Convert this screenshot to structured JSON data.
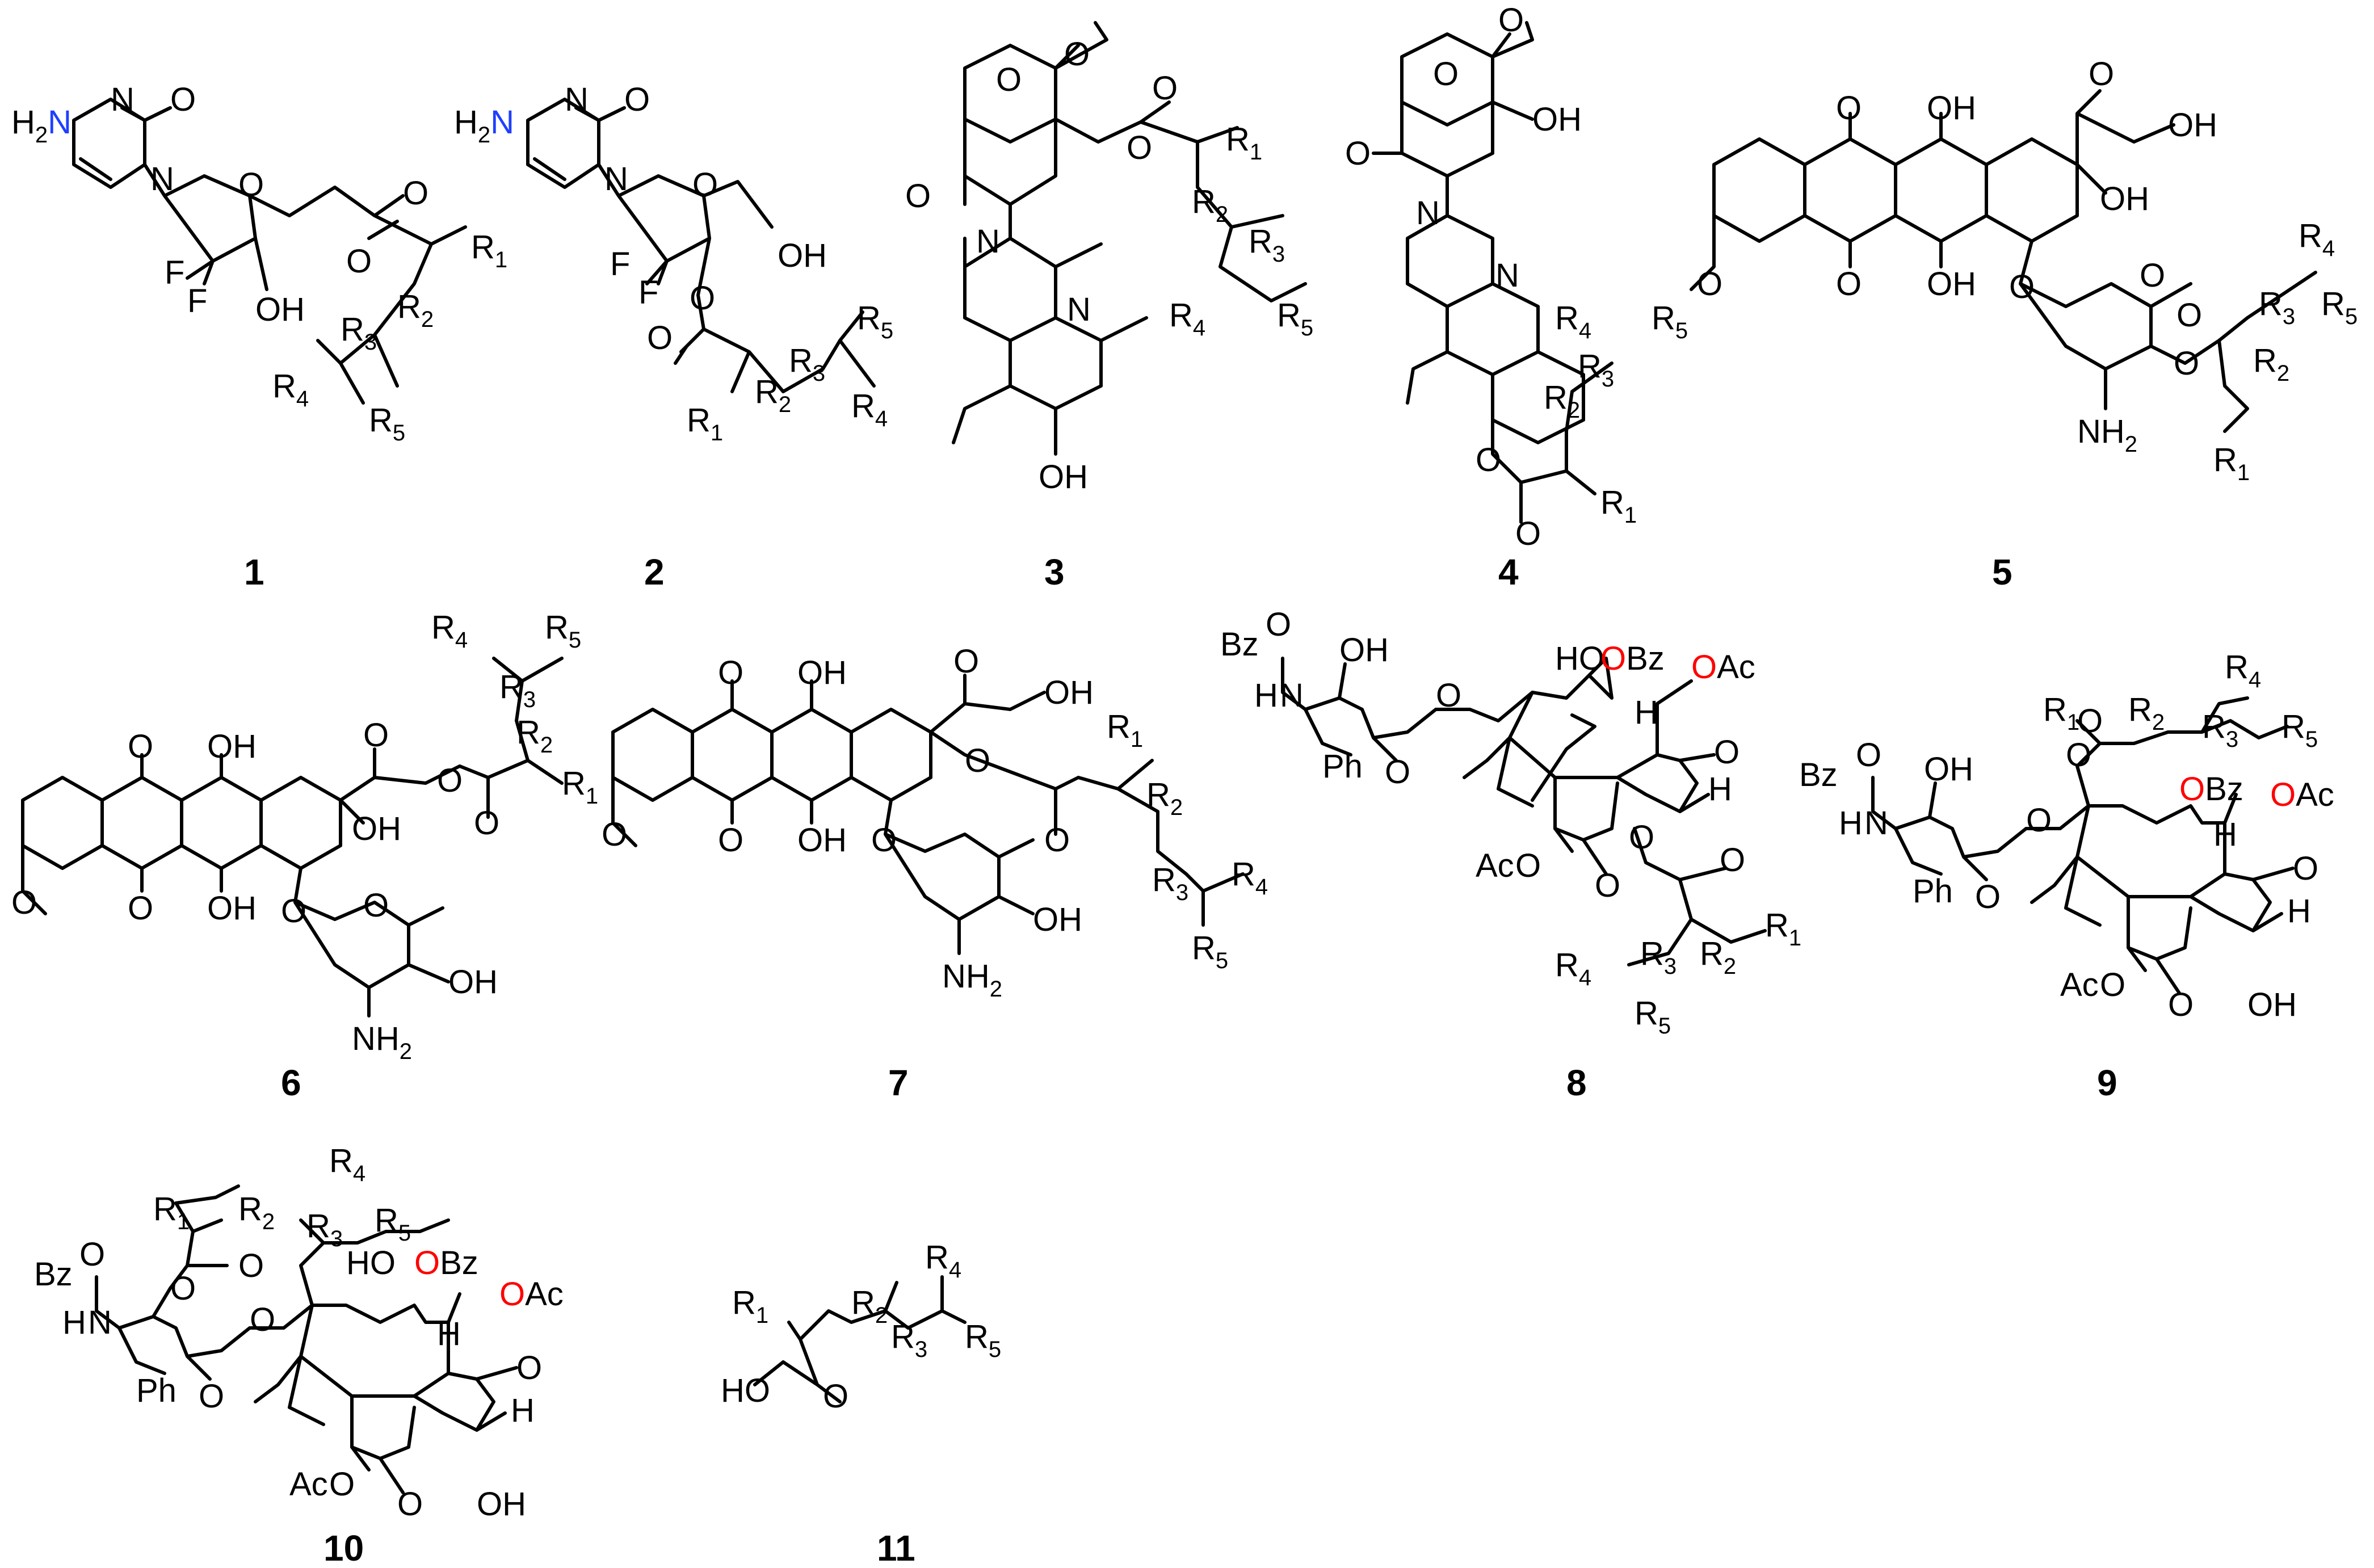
{
  "colors": {
    "bond": "#000000",
    "oxygen": "#ff0000",
    "nitrogen": "#1f3fff",
    "fluorine": "#2ca02c",
    "background": "#ffffff"
  },
  "compounds": [
    {
      "id": "1",
      "labels": [
        {
          "text": "H",
          "sub": "2",
          "rest": "N",
          "color": "nitrogen"
        },
        {
          "text": "N",
          "color": "nitrogen"
        },
        {
          "text": "O",
          "color": "oxygen"
        },
        {
          "text": "N",
          "color": "nitrogen"
        },
        {
          "text": "O",
          "color": "oxygen"
        },
        {
          "text": "F",
          "color": "fluorine"
        },
        {
          "text": "F",
          "color": "fluorine"
        },
        {
          "text": "OH",
          "color": "oxygen"
        },
        {
          "text": "O",
          "color": "oxygen"
        },
        {
          "text": "O",
          "color": "oxygen"
        },
        {
          "text": "R",
          "sub": "1"
        },
        {
          "text": "R",
          "sub": "2"
        },
        {
          "text": "R",
          "sub": "3"
        },
        {
          "text": "R",
          "sub": "4"
        },
        {
          "text": "R",
          "sub": "5"
        }
      ]
    },
    {
      "id": "2",
      "labels": [
        {
          "text": "H",
          "sub": "2",
          "rest": "N",
          "color": "nitrogen"
        },
        {
          "text": "N",
          "color": "nitrogen"
        },
        {
          "text": "O",
          "color": "oxygen"
        },
        {
          "text": "N",
          "color": "nitrogen"
        },
        {
          "text": "O",
          "color": "oxygen"
        },
        {
          "text": "F",
          "color": "fluorine"
        },
        {
          "text": "F",
          "color": "fluorine"
        },
        {
          "text": "OH",
          "color": "oxygen"
        },
        {
          "text": "O",
          "color": "oxygen"
        },
        {
          "text": "O",
          "color": "oxygen"
        },
        {
          "text": "R",
          "sub": "1"
        },
        {
          "text": "R",
          "sub": "2"
        },
        {
          "text": "R",
          "sub": "3"
        },
        {
          "text": "R",
          "sub": "4"
        },
        {
          "text": "R",
          "sub": "5"
        }
      ]
    },
    {
      "id": "3",
      "labels": [
        {
          "text": "O",
          "color": "oxygen"
        },
        {
          "text": "O",
          "color": "oxygen"
        },
        {
          "text": "O",
          "color": "oxygen"
        },
        {
          "text": "O",
          "color": "oxygen"
        },
        {
          "text": "O",
          "color": "oxygen"
        },
        {
          "text": "N",
          "color": "nitrogen"
        },
        {
          "text": "N",
          "color": "nitrogen"
        },
        {
          "text": "OH",
          "color": "oxygen"
        },
        {
          "text": "R",
          "sub": "1"
        },
        {
          "text": "R",
          "sub": "2"
        },
        {
          "text": "R",
          "sub": "3"
        },
        {
          "text": "R",
          "sub": "4"
        },
        {
          "text": "R",
          "sub": "5"
        }
      ]
    },
    {
      "id": "4",
      "labels": [
        {
          "text": "O",
          "color": "oxygen"
        },
        {
          "text": "O",
          "color": "oxygen"
        },
        {
          "text": "OH",
          "color": "oxygen"
        },
        {
          "text": "O",
          "color": "oxygen"
        },
        {
          "text": "N",
          "color": "nitrogen"
        },
        {
          "text": "N",
          "color": "nitrogen"
        },
        {
          "text": "O",
          "color": "oxygen"
        },
        {
          "text": "O",
          "color": "oxygen"
        },
        {
          "text": "R",
          "sub": "1"
        },
        {
          "text": "R",
          "sub": "2"
        },
        {
          "text": "R",
          "sub": "3"
        },
        {
          "text": "R",
          "sub": "4"
        },
        {
          "text": "R",
          "sub": "5"
        }
      ]
    },
    {
      "id": "5",
      "labels": [
        {
          "text": "O",
          "color": "oxygen"
        },
        {
          "text": "OH",
          "color": "oxygen"
        },
        {
          "text": "O",
          "color": "oxygen"
        },
        {
          "text": "OH",
          "color": "oxygen"
        },
        {
          "text": "OH",
          "color": "oxygen"
        },
        {
          "text": "O",
          "color": "oxygen"
        },
        {
          "text": "O",
          "color": "oxygen"
        },
        {
          "text": "OH",
          "color": "oxygen"
        },
        {
          "text": "O",
          "color": "oxygen"
        },
        {
          "text": "O",
          "color": "oxygen"
        },
        {
          "text": "O",
          "color": "oxygen"
        },
        {
          "text": "O",
          "color": "oxygen"
        },
        {
          "text": "NH",
          "sub": "2",
          "color": "nitrogen"
        },
        {
          "text": "R",
          "sub": "1"
        },
        {
          "text": "R",
          "sub": "2"
        },
        {
          "text": "R",
          "sub": "3"
        },
        {
          "text": "R",
          "sub": "4"
        },
        {
          "text": "R",
          "sub": "5"
        }
      ]
    },
    {
      "id": "6",
      "labels": [
        {
          "text": "O",
          "color": "oxygen"
        },
        {
          "text": "OH",
          "color": "oxygen"
        },
        {
          "text": "O",
          "color": "oxygen"
        },
        {
          "text": "O",
          "color": "oxygen"
        },
        {
          "text": "O",
          "color": "oxygen"
        },
        {
          "text": "OH",
          "color": "oxygen"
        },
        {
          "text": "O",
          "color": "oxygen"
        },
        {
          "text": "OH",
          "color": "oxygen"
        },
        {
          "text": "O",
          "color": "oxygen"
        },
        {
          "text": "O",
          "color": "oxygen"
        },
        {
          "text": "O",
          "color": "oxygen"
        },
        {
          "text": "OH",
          "color": "oxygen"
        },
        {
          "text": "NH",
          "sub": "2",
          "color": "nitrogen"
        },
        {
          "text": "R",
          "sub": "1"
        },
        {
          "text": "R",
          "sub": "2"
        },
        {
          "text": "R",
          "sub": "3"
        },
        {
          "text": "R",
          "sub": "4"
        },
        {
          "text": "R",
          "sub": "5"
        }
      ]
    },
    {
      "id": "7",
      "labels": [
        {
          "text": "O",
          "color": "oxygen"
        },
        {
          "text": "OH",
          "color": "oxygen"
        },
        {
          "text": "O",
          "color": "oxygen"
        },
        {
          "text": "OH",
          "color": "oxygen"
        },
        {
          "text": "O",
          "color": "oxygen"
        },
        {
          "text": "O",
          "color": "oxygen"
        },
        {
          "text": "OH",
          "color": "oxygen"
        },
        {
          "text": "O",
          "color": "oxygen"
        },
        {
          "text": "O",
          "color": "oxygen"
        },
        {
          "text": "O",
          "color": "oxygen"
        },
        {
          "text": "OH",
          "color": "oxygen"
        },
        {
          "text": "NH",
          "sub": "2",
          "color": "nitrogen"
        },
        {
          "text": "R",
          "sub": "1"
        },
        {
          "text": "R",
          "sub": "2"
        },
        {
          "text": "R",
          "sub": "3"
        },
        {
          "text": "R",
          "sub": "4"
        },
        {
          "text": "R",
          "sub": "5"
        }
      ]
    },
    {
      "id": "8",
      "labels": [
        {
          "text": "Bz"
        },
        {
          "text": "O",
          "color": "oxygen"
        },
        {
          "text": "H"
        },
        {
          "text": "N",
          "color": "nitrogen"
        },
        {
          "text": "OH",
          "color": "oxygen"
        },
        {
          "text": "Ph"
        },
        {
          "text": "O",
          "color": "oxygen"
        },
        {
          "text": "O",
          "color": "oxygen"
        },
        {
          "text": "HO",
          "color": "oxygen"
        },
        {
          "text": "O",
          "rest": "Bz",
          "color": "oxygen"
        },
        {
          "text": "O",
          "rest": "Ac",
          "color": "oxygen"
        },
        {
          "text": "H"
        },
        {
          "text": "O",
          "color": "oxygen"
        },
        {
          "text": "H"
        },
        {
          "text": "Ac"
        },
        {
          "text": "O",
          "color": "oxygen"
        },
        {
          "text": "O",
          "color": "oxygen"
        },
        {
          "text": "O",
          "color": "oxygen"
        },
        {
          "text": "O",
          "color": "oxygen"
        },
        {
          "text": "R",
          "sub": "1"
        },
        {
          "text": "R",
          "sub": "2"
        },
        {
          "text": "R",
          "sub": "3"
        },
        {
          "text": "R",
          "sub": "4"
        },
        {
          "text": "R",
          "sub": "5"
        }
      ]
    },
    {
      "id": "9",
      "labels": [
        {
          "text": "Bz"
        },
        {
          "text": "O",
          "color": "oxygen"
        },
        {
          "text": "H"
        },
        {
          "text": "N",
          "color": "nitrogen"
        },
        {
          "text": "OH",
          "color": "oxygen"
        },
        {
          "text": "Ph"
        },
        {
          "text": "O",
          "color": "oxygen"
        },
        {
          "text": "O",
          "color": "oxygen"
        },
        {
          "text": "O",
          "color": "oxygen"
        },
        {
          "text": "O",
          "color": "oxygen"
        },
        {
          "text": "O",
          "rest": "Bz",
          "color": "oxygen"
        },
        {
          "text": "O",
          "rest": "Ac",
          "color": "oxygen"
        },
        {
          "text": "H"
        },
        {
          "text": "O",
          "color": "oxygen"
        },
        {
          "text": "H"
        },
        {
          "text": "Ac"
        },
        {
          "text": "O",
          "color": "oxygen"
        },
        {
          "text": "O",
          "color": "oxygen"
        },
        {
          "text": "OH",
          "color": "oxygen"
        },
        {
          "text": "R",
          "sub": "1"
        },
        {
          "text": "R",
          "sub": "2"
        },
        {
          "text": "R",
          "sub": "3"
        },
        {
          "text": "R",
          "sub": "4"
        },
        {
          "text": "R",
          "sub": "5"
        }
      ]
    },
    {
      "id": "10",
      "labels": [
        {
          "text": "Bz"
        },
        {
          "text": "O",
          "color": "oxygen"
        },
        {
          "text": "H"
        },
        {
          "text": "N",
          "color": "nitrogen"
        },
        {
          "text": "O",
          "color": "oxygen"
        },
        {
          "text": "O",
          "color": "oxygen"
        },
        {
          "text": "Ph"
        },
        {
          "text": "O",
          "color": "oxygen"
        },
        {
          "text": "O",
          "color": "oxygen"
        },
        {
          "text": "HO",
          "color": "oxygen"
        },
        {
          "text": "O",
          "rest": "Bz",
          "color": "oxygen"
        },
        {
          "text": "O",
          "rest": "Ac",
          "color": "oxygen"
        },
        {
          "text": "H"
        },
        {
          "text": "O",
          "color": "oxygen"
        },
        {
          "text": "H"
        },
        {
          "text": "Ac"
        },
        {
          "text": "O",
          "color": "oxygen"
        },
        {
          "text": "O",
          "color": "oxygen"
        },
        {
          "text": "OH",
          "color": "oxygen"
        },
        {
          "text": "R",
          "sub": "1"
        },
        {
          "text": "R",
          "sub": "2"
        },
        {
          "text": "R",
          "sub": "3"
        },
        {
          "text": "R",
          "sub": "4"
        },
        {
          "text": "R",
          "sub": "5"
        }
      ]
    },
    {
      "id": "11",
      "labels": [
        {
          "text": "HO",
          "color": "oxygen"
        },
        {
          "text": "O",
          "color": "oxygen"
        },
        {
          "text": "R",
          "sub": "1"
        },
        {
          "text": "R",
          "sub": "2"
        },
        {
          "text": "R",
          "sub": "3"
        },
        {
          "text": "R",
          "sub": "4"
        },
        {
          "text": "R",
          "sub": "5"
        }
      ]
    }
  ]
}
